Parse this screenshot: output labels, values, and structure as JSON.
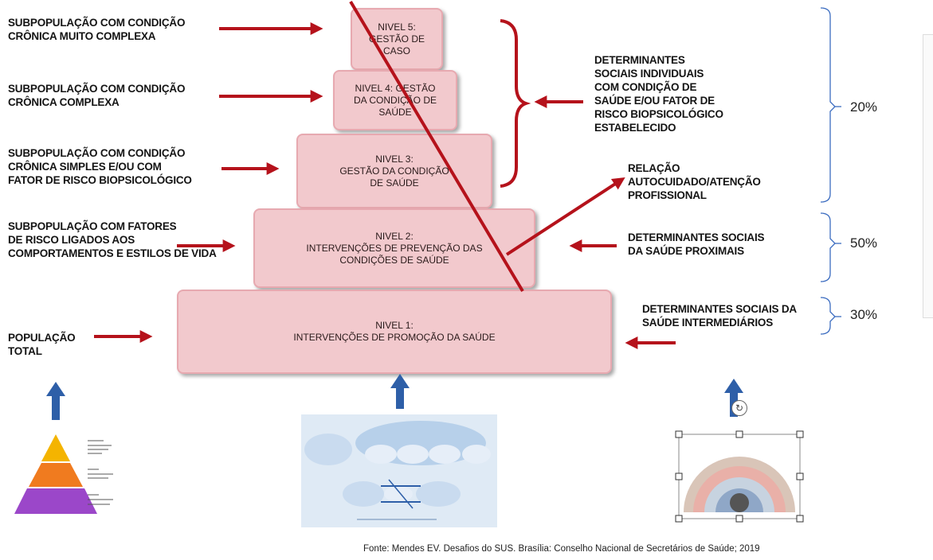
{
  "left_labels": [
    "SUBPOPULAÇÃO COM CONDIÇÃO\nCRÔNICA MUITO COMPLEXA",
    "SUBPOPULAÇÃO COM CONDIÇÃO\nCRÔNICA COMPLEXA",
    "SUBPOPULAÇÃO COM CONDIÇÃO\nCRÔNICA  SIMPLES E/OU COM\nFATOR DE RISCO BIOPSICOLÓGICO",
    "SUBPOPULAÇÃO COM FATORES\nDE RISCO LIGADOS AOS\nCOMPORTAMENTOS E ESTILOS DE VIDA",
    "POPULAÇÃO\nTOTAL"
  ],
  "levels": [
    "NIVEL 5:\nGESTÃO DE\nCASO",
    "NIVEL 4: GESTÃO\nDA CONDIÇÃO  DE\nSAÚDE",
    "NIVEL 3:\nGESTÃO DA CONDIÇÃO\nDE SAÚDE",
    "NIVEL 2:\nINTERVENÇÕES DE PREVENÇÃO DAS\nCONDIÇÕES DE SAÚDE",
    "NIVEL 1:\nINTERVENÇÕES DE PROMOÇÃO DA SAÚDE"
  ],
  "right_labels": {
    "individual": "DETERMINANTES\nSOCIAIS INDIVIDUAIS\nCOM CONDIÇÃO  DE\nSAÚDE E/OU FATOR DE\nRISCO BIOPSICOLÓGICO\nESTABELECIDO",
    "relation": "RELAÇÃO\nAUTOCUIDADO/ATENÇÃO\nPROFISSIONAL",
    "proximal": "DETERMINANTES SOCIAIS\nDA SAÚDE PROXIMAIS",
    "intermediate": "DETERMINANTES SOCIAIS DA\nSAÚDE INTERMEDIÁRIOS"
  },
  "percentages": [
    "20%",
    "50%",
    "30%"
  ],
  "source": "Fonte:  Mendes EV. Desafios do SUS. Brasília: Conselho Nacional de Secretários de Saúde; 2019",
  "colors": {
    "arrow_red": "#b5121b",
    "arrow_blue": "#2e5fa8",
    "box_fill": "#f2c9cd",
    "bracket_blue": "#3b6cc0"
  }
}
